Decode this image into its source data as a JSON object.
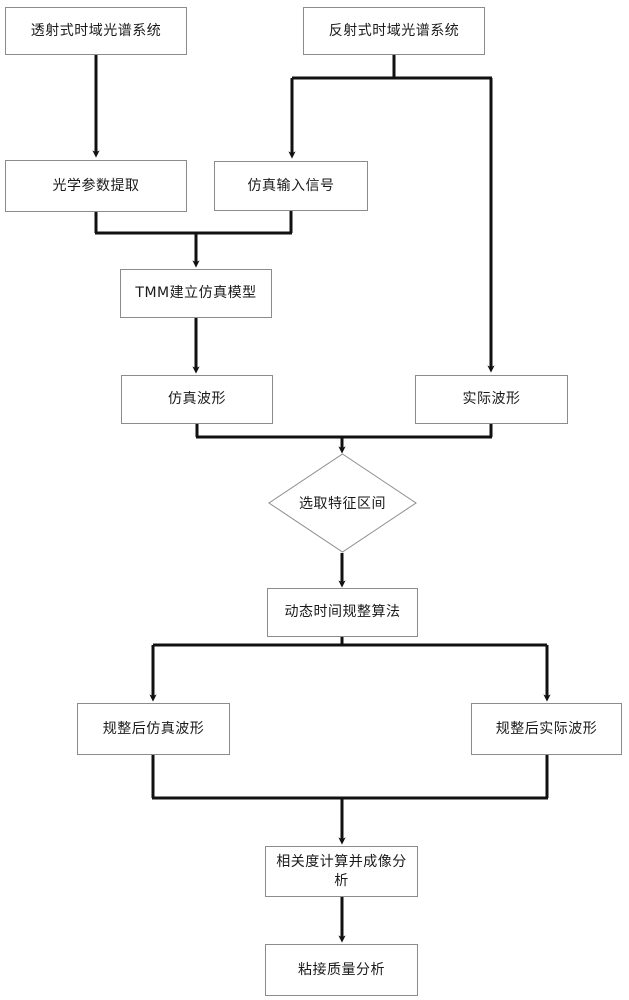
{
  "diagram": {
    "type": "flowchart",
    "orientation": "top-to-bottom",
    "language": "zh-CN",
    "colors": {
      "box_border": "#8c8c8c",
      "box_fill": "#ffffff",
      "connector": "#111111",
      "text": "#1a1a1a",
      "background": "#ffffff"
    },
    "nodes": [
      {
        "id": "n1",
        "label": "透射式时域光谱系统",
        "shape": "rect"
      },
      {
        "id": "n2",
        "label": "反射式时域光谱系统",
        "shape": "rect"
      },
      {
        "id": "n3",
        "label": "光学参数提取",
        "shape": "rect"
      },
      {
        "id": "n4",
        "label": "仿真输入信号",
        "shape": "rect"
      },
      {
        "id": "n5",
        "label": "TMM建立仿真模型",
        "shape": "rect"
      },
      {
        "id": "n6",
        "label": "仿真波形",
        "shape": "rect"
      },
      {
        "id": "n7",
        "label": "实际波形",
        "shape": "rect"
      },
      {
        "id": "n8",
        "label": "选取特征区间",
        "shape": "diamond"
      },
      {
        "id": "n9",
        "label": "动态时间规整算法",
        "shape": "rect"
      },
      {
        "id": "n10",
        "label": "规整后仿真波形",
        "shape": "rect"
      },
      {
        "id": "n11",
        "label": "规整后实际波形",
        "shape": "rect"
      },
      {
        "id": "n12",
        "label": "相关度计算并成像分析",
        "shape": "rect"
      },
      {
        "id": "n13",
        "label": "粘接质量分析",
        "shape": "rect"
      }
    ],
    "edges": [
      {
        "from": "n1",
        "to": "n3",
        "style": "straight-arrow"
      },
      {
        "from": "n2",
        "to": "n4",
        "style": "split-left-arrow"
      },
      {
        "from": "n2",
        "to": "n7",
        "style": "split-right-arrow"
      },
      {
        "from": "n3",
        "to": "n5",
        "style": "merge-arrow"
      },
      {
        "from": "n4",
        "to": "n5",
        "style": "merge-arrow"
      },
      {
        "from": "n5",
        "to": "n6",
        "style": "straight-arrow"
      },
      {
        "from": "n6",
        "to": "n8",
        "style": "merge-arrow"
      },
      {
        "from": "n7",
        "to": "n8",
        "style": "merge-arrow"
      },
      {
        "from": "n8",
        "to": "n9",
        "style": "straight-arrow"
      },
      {
        "from": "n9",
        "to": "n10",
        "style": "split-left-arrow"
      },
      {
        "from": "n9",
        "to": "n11",
        "style": "split-right-arrow"
      },
      {
        "from": "n10",
        "to": "n12",
        "style": "merge-arrow"
      },
      {
        "from": "n11",
        "to": "n12",
        "style": "merge-arrow"
      },
      {
        "from": "n12",
        "to": "n13",
        "style": "straight-arrow"
      }
    ]
  }
}
